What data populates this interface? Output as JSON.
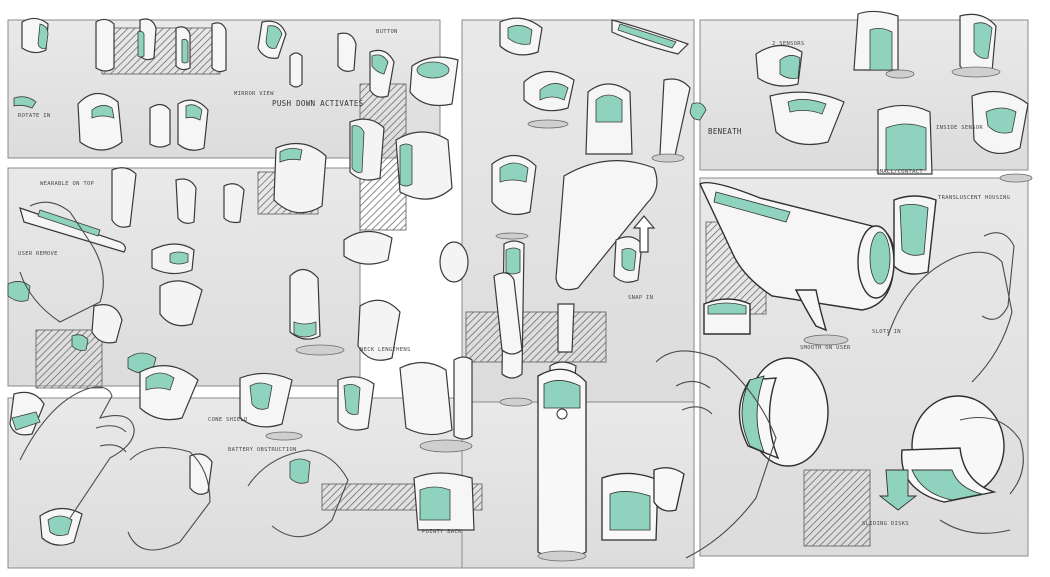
{
  "colors": {
    "paper": "#ffffff",
    "panel": "#e6e6e6",
    "panel_edge": "#8a8a8a",
    "accent": "#8fd3bf",
    "accent_dark": "#5fae98",
    "ink": "#3a3a3a",
    "shadow": "#7c7c7c"
  },
  "annotations": {
    "button": "button",
    "push_down_activates": "push down activates",
    "beneath": "beneath",
    "wearable_on_top": "wearable on top",
    "snap_in": "snap in",
    "small_contact": "small/contact",
    "sliding_disks": "sliding disks",
    "pointy_back": "pointy back",
    "battery_obstruction": "battery obstruction",
    "slots_in": "slots in",
    "two_sensors": "2 sensors",
    "inside_sensor": "inside sensor",
    "mirror_view": "mirror view",
    "rotate_in": "rotate in",
    "user_remove": "user remove",
    "transluscent_housing": "transluscent housing",
    "smooth_on_user": "smooth on user",
    "neck_lengthens": "neck lengthens",
    "cone_shield": "cone shield"
  },
  "icons": [
    "product-sketch-icon",
    "hand-sketch-icon",
    "arrow-icon"
  ]
}
